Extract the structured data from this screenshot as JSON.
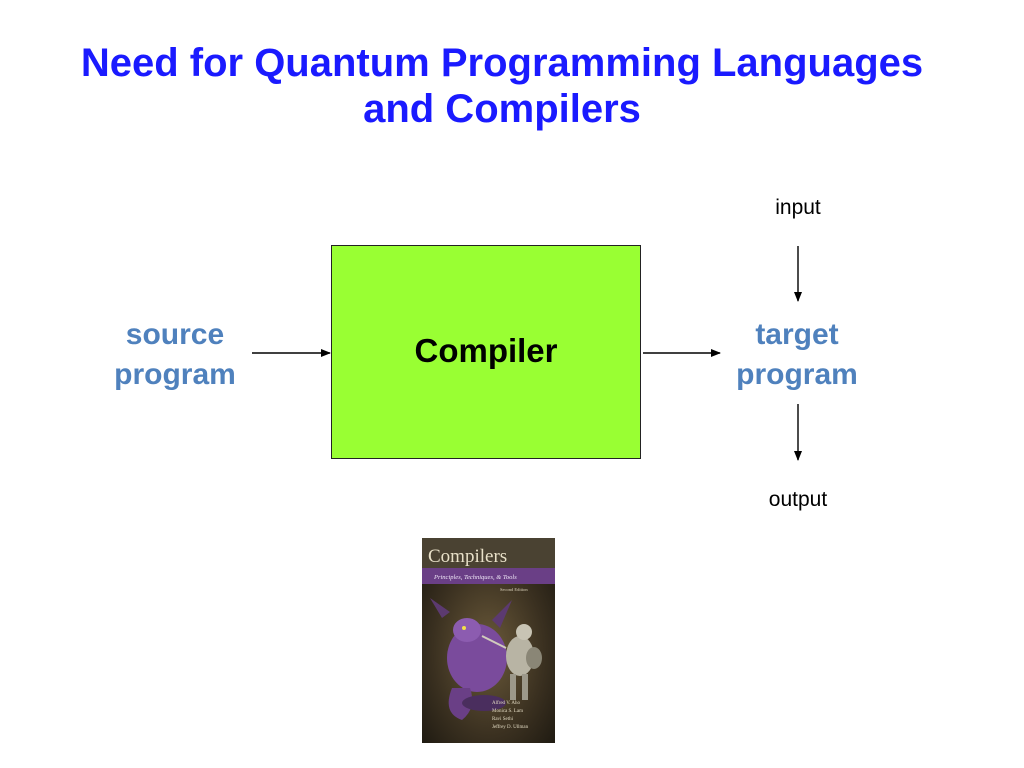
{
  "title": {
    "line1": "Need for Quantum Programming Languages",
    "line2": "and Compilers"
  },
  "diagram": {
    "compiler_label": "Compiler",
    "source": {
      "line1": "source",
      "line2": "program"
    },
    "target": {
      "line1": "target",
      "line2": "program"
    },
    "input_label": "input",
    "output_label": "output",
    "colors": {
      "title": "#1a1aff",
      "compiler_box": "#99ff33",
      "program_labels": "#4f81bd"
    }
  },
  "book_cover": {
    "title": "Compilers",
    "subtitle": "Principles, Techniques, & Tools",
    "edition": "Second Edition",
    "authors": [
      "Alfred V. Aho",
      "Monica S. Lam",
      "Ravi Sethi",
      "Jeffrey D. Ullman"
    ]
  }
}
